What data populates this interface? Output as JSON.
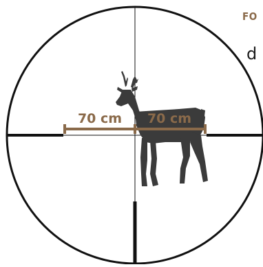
{
  "corner": {
    "heading_fragment": "FO",
    "letter": "d"
  },
  "measurements": {
    "left_label": "70 cm",
    "right_label": "70 cm",
    "marker_color": "#8a6a4a"
  },
  "reticle": {
    "line_color": "#111111",
    "silhouette_color": "#3b3b3b",
    "silhouette_icon": "roe-deer-buck-icon"
  }
}
